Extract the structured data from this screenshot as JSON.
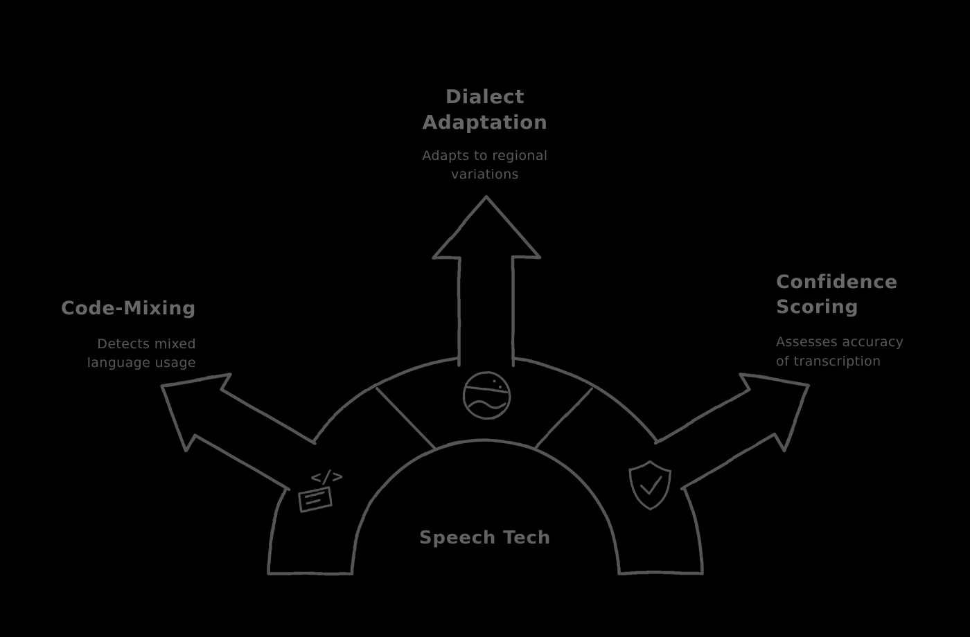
{
  "diagram": {
    "hub": {
      "title": "Speech Tech"
    },
    "branches": [
      {
        "id": "dialect-adaptation",
        "direction": "up",
        "title": "Dialect Adaptation",
        "description": "Adapts to regional variations",
        "icon": "globe-icon"
      },
      {
        "id": "code-mixing",
        "direction": "up-left",
        "title": "Code-Mixing",
        "description": "Detects mixed language usage",
        "icon": "code-message-icon",
        "icon_glyph": "</>"
      },
      {
        "id": "confidence-scoring",
        "direction": "up-right",
        "title": "Confidence Scoring",
        "description": "Assesses accuracy of transcription",
        "icon": "shield-check-icon"
      }
    ],
    "colors": {
      "background": "#000000",
      "stroke": "#555555",
      "heading_text": "#686868",
      "body_text": "#595959"
    }
  }
}
